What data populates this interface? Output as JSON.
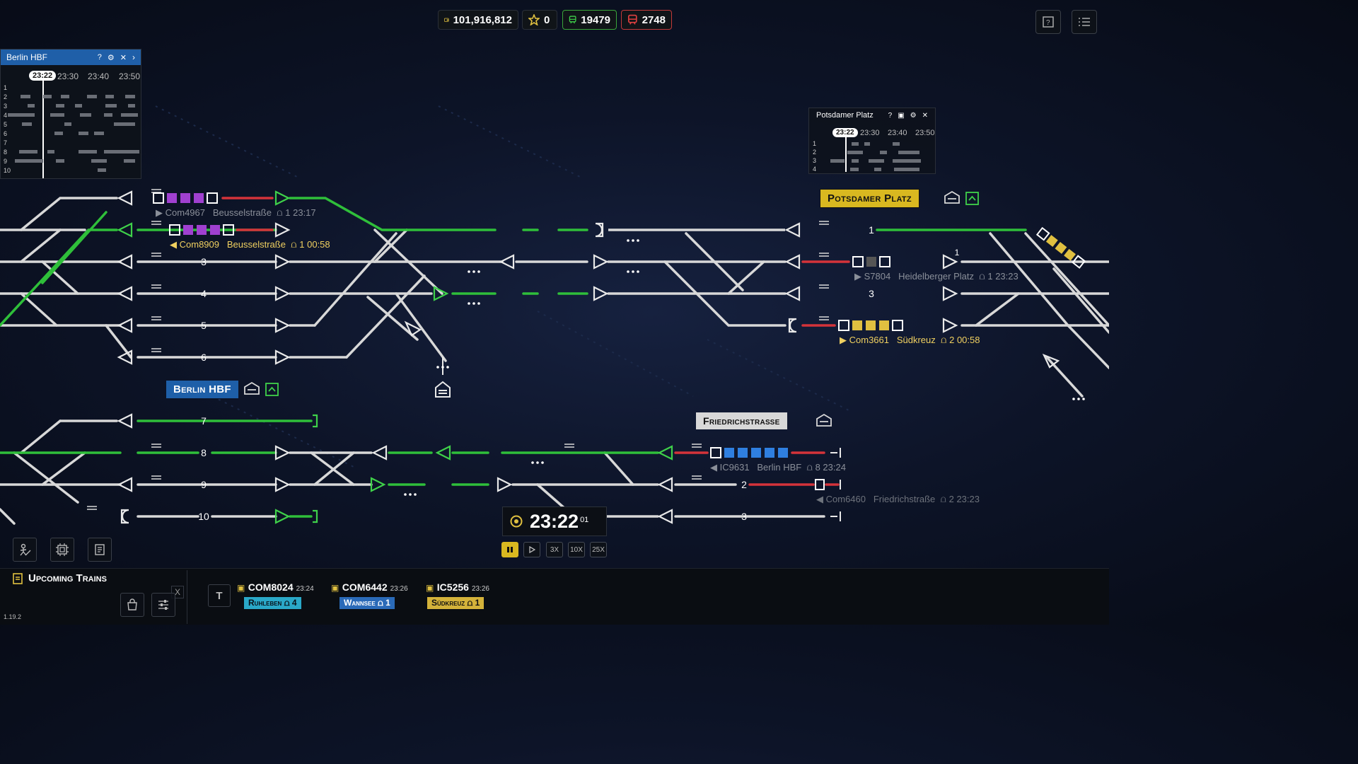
{
  "resources": {
    "money": "101,916,812",
    "stars": "0",
    "trains_ok": "19479",
    "trains_bad": "2748"
  },
  "stations": {
    "berlin_hbf_panel": {
      "title": "Berlin HBF",
      "times": [
        "23:22",
        "23:30",
        "23:40",
        "23:50"
      ],
      "rows": [
        "1",
        "2",
        "3",
        "4",
        "5",
        "6",
        "7",
        "8",
        "9",
        "10"
      ]
    },
    "potsdamer_panel": {
      "title": "Potsdamer Platz",
      "times": [
        "23:22",
        "23:30",
        "23:40",
        "23:50"
      ],
      "rows": [
        "1",
        "2",
        "3",
        "4"
      ]
    },
    "berlin_hbf_sign": "Berlin HBF",
    "potsdamer_sign": "Potsdamer Platz",
    "friedrich_sign": "Friedrichstraße"
  },
  "tracks": {
    "berlin": [
      "3",
      "4",
      "5",
      "6",
      "7",
      "8",
      "9",
      "10"
    ],
    "potsdamer": [
      "1",
      "1",
      "3"
    ],
    "friedrich": [
      "2",
      "3"
    ]
  },
  "trains": [
    {
      "code": "Com4967",
      "dest": "Beusselstraße",
      "platform": "1",
      "time": "23:17"
    },
    {
      "code": "Com8909",
      "dest": "Beusselstraße",
      "platform": "1",
      "time": "00:58"
    },
    {
      "code": "S7804",
      "dest": "Heidelberger Platz",
      "platform": "1",
      "time": "23:23"
    },
    {
      "code": "Com3661",
      "dest": "Südkreuz",
      "platform": "2",
      "time": "00:58"
    },
    {
      "code": "IC9631",
      "dest": "Berlin HBF",
      "platform": "8",
      "time": "23:24"
    },
    {
      "code": "Com6460",
      "dest": "Friedrichstraße",
      "platform": "2",
      "time": "23:23"
    }
  ],
  "clock": {
    "time": "23:22",
    "seconds": "01"
  },
  "speeds": [
    "3X",
    "10X",
    "25X"
  ],
  "upcoming": {
    "title": "Upcoming Trains",
    "filter_key": "T",
    "close": "X",
    "items": [
      {
        "code": "COM8024",
        "time": "23:24",
        "dest": "Ruhleben",
        "platform": "4",
        "color": "#2aa8c8"
      },
      {
        "code": "COM6442",
        "time": "23:26",
        "dest": "Wannsee",
        "platform": "1",
        "color": "#2a6ab8"
      },
      {
        "code": "IC5256",
        "time": "23:26",
        "dest": "Südkreuz",
        "platform": "1",
        "color": "#d4b23a"
      }
    ]
  },
  "version": "1.19.2",
  "colors": {
    "green": "#2fbf3a",
    "red": "#d4333a",
    "white": "#d8d8d8",
    "purple": "#a040d0",
    "blue": "#2f7fe0",
    "yellow": "#e0c040"
  }
}
